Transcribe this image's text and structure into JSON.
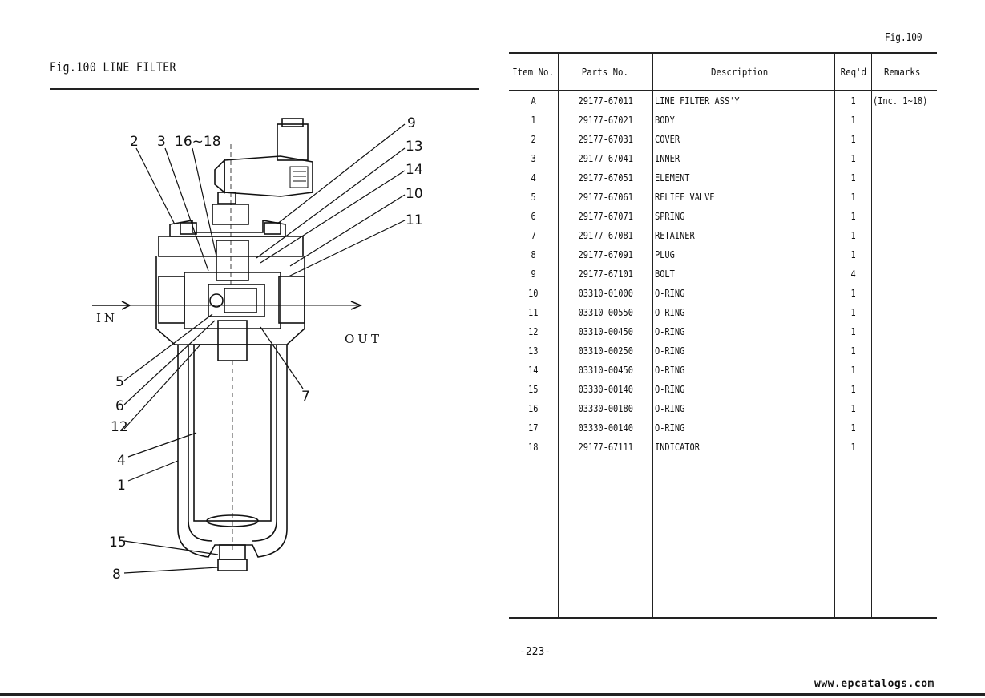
{
  "figure": {
    "title": "Fig.100  LINE FILTER",
    "corner_label": "Fig.100",
    "page_number": "-223-",
    "inlet_label": "IN",
    "outlet_label": "OUT",
    "callouts": [
      "2",
      "3",
      "16~18",
      "9",
      "13",
      "14",
      "10",
      "11",
      "5",
      "6",
      "12",
      "7",
      "4",
      "1",
      "15",
      "8"
    ]
  },
  "table": {
    "headers": {
      "item": "Item No.",
      "part": "Parts No.",
      "desc": "Description",
      "req": "Req'd",
      "remarks": "Remarks"
    },
    "rows": [
      {
        "item": "A",
        "part": "29177-67011",
        "desc": "LINE FILTER ASS'Y",
        "req": "1",
        "remarks": "(Inc. 1~18)"
      },
      {
        "item": "1",
        "part": "29177-67021",
        "desc": "BODY",
        "req": "1",
        "remarks": ""
      },
      {
        "item": "2",
        "part": "29177-67031",
        "desc": "COVER",
        "req": "1",
        "remarks": ""
      },
      {
        "item": "3",
        "part": "29177-67041",
        "desc": "INNER",
        "req": "1",
        "remarks": ""
      },
      {
        "item": "4",
        "part": "29177-67051",
        "desc": "ELEMENT",
        "req": "1",
        "remarks": ""
      },
      {
        "item": "5",
        "part": "29177-67061",
        "desc": "RELIEF VALVE",
        "req": "1",
        "remarks": ""
      },
      {
        "item": "6",
        "part": "29177-67071",
        "desc": "SPRING",
        "req": "1",
        "remarks": ""
      },
      {
        "item": "7",
        "part": "29177-67081",
        "desc": "RETAINER",
        "req": "1",
        "remarks": ""
      },
      {
        "item": "8",
        "part": "29177-67091",
        "desc": "PLUG",
        "req": "1",
        "remarks": ""
      },
      {
        "item": "9",
        "part": "29177-67101",
        "desc": "BOLT",
        "req": "4",
        "remarks": ""
      },
      {
        "item": "10",
        "part": "03310-01000",
        "desc": "O-RING",
        "req": "1",
        "remarks": ""
      },
      {
        "item": "11",
        "part": "03310-00550",
        "desc": "O-RING",
        "req": "1",
        "remarks": ""
      },
      {
        "item": "12",
        "part": "03310-00450",
        "desc": "O-RING",
        "req": "1",
        "remarks": ""
      },
      {
        "item": "13",
        "part": "03310-00250",
        "desc": "O-RING",
        "req": "1",
        "remarks": ""
      },
      {
        "item": "14",
        "part": "03310-00450",
        "desc": "O-RING",
        "req": "1",
        "remarks": ""
      },
      {
        "item": "15",
        "part": "03330-00140",
        "desc": "O-RING",
        "req": "1",
        "remarks": ""
      },
      {
        "item": "16",
        "part": "03330-00180",
        "desc": "O-RING",
        "req": "1",
        "remarks": ""
      },
      {
        "item": "17",
        "part": "03330-00140",
        "desc": "O-RING",
        "req": "1",
        "remarks": ""
      },
      {
        "item": "18",
        "part": "29177-67111",
        "desc": "INDICATOR",
        "req": "1",
        "remarks": ""
      }
    ]
  },
  "watermark": "www.epcatalogs.com"
}
